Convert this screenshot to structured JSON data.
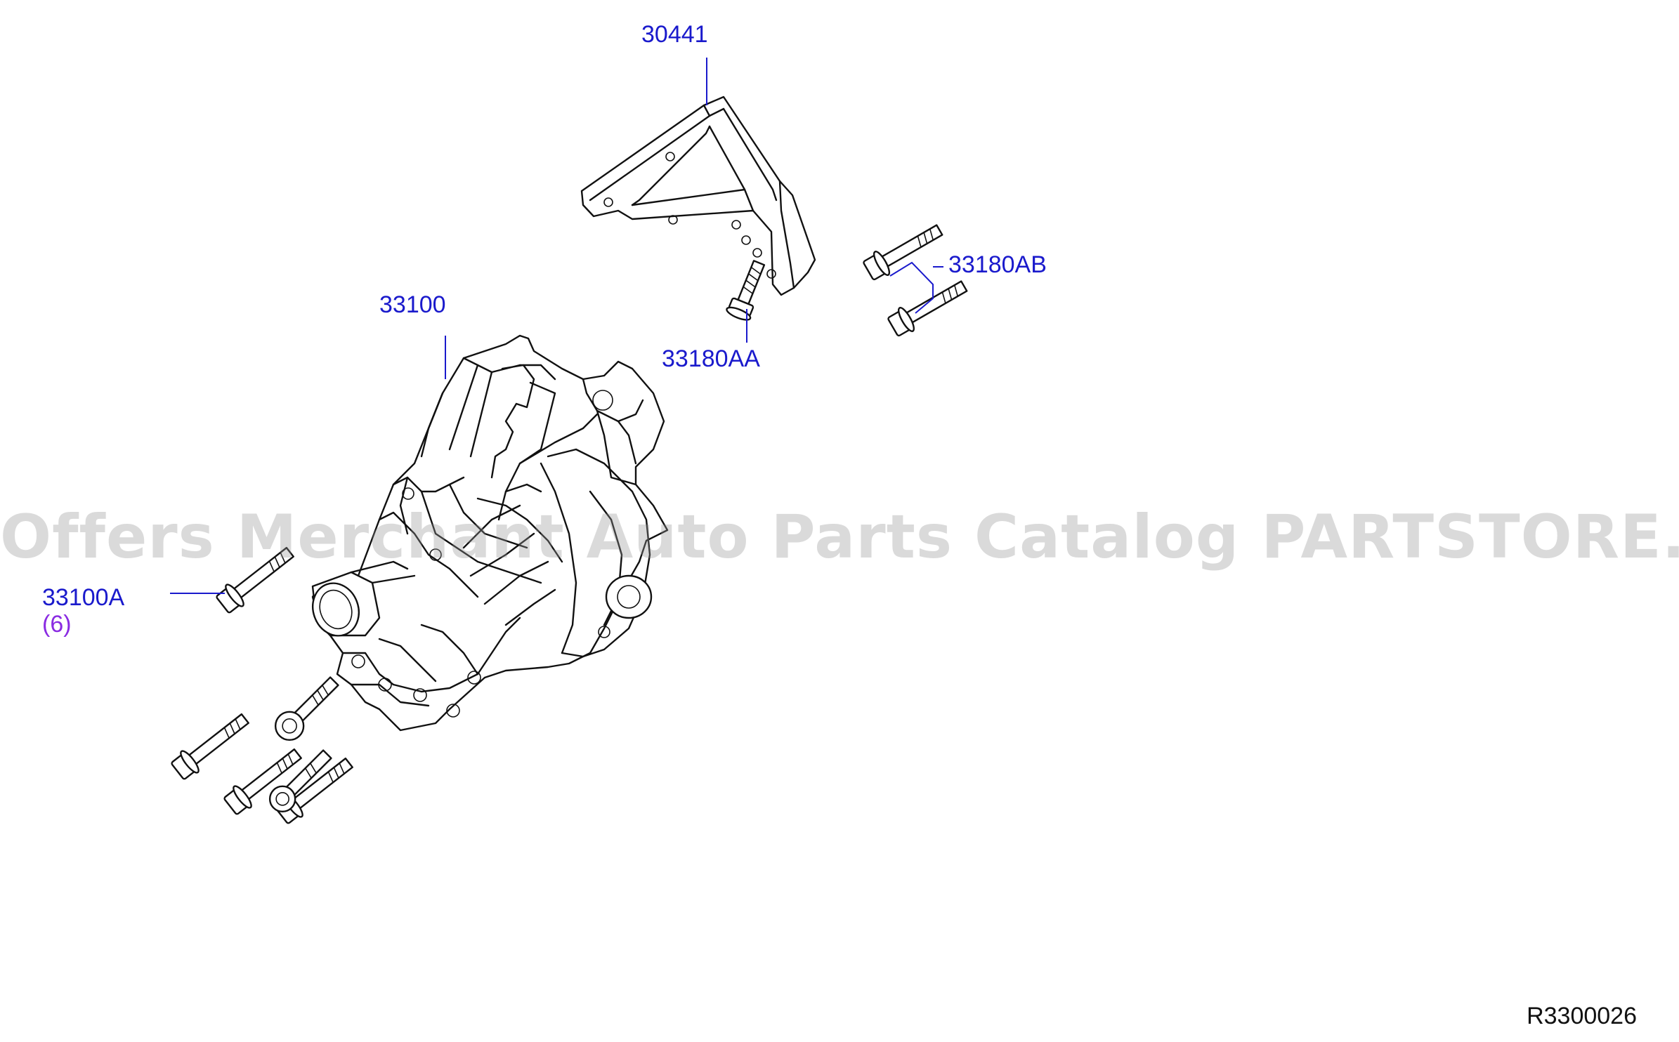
{
  "labels": {
    "bracket": "30441",
    "bolt_aa": "33180AA",
    "bolt_ab": "33180AB",
    "pump": "33100",
    "bolt_a": "33100A",
    "bolt_a_qty": "(6)"
  },
  "watermark": "Offers Merchant Auto Parts Catalog PARTSTORE.SA",
  "diagram_code": "R3300026",
  "colors": {
    "label": "#1a1acc",
    "quantity": "#8a2be2",
    "line": "#111111",
    "watermark": "#969696"
  }
}
